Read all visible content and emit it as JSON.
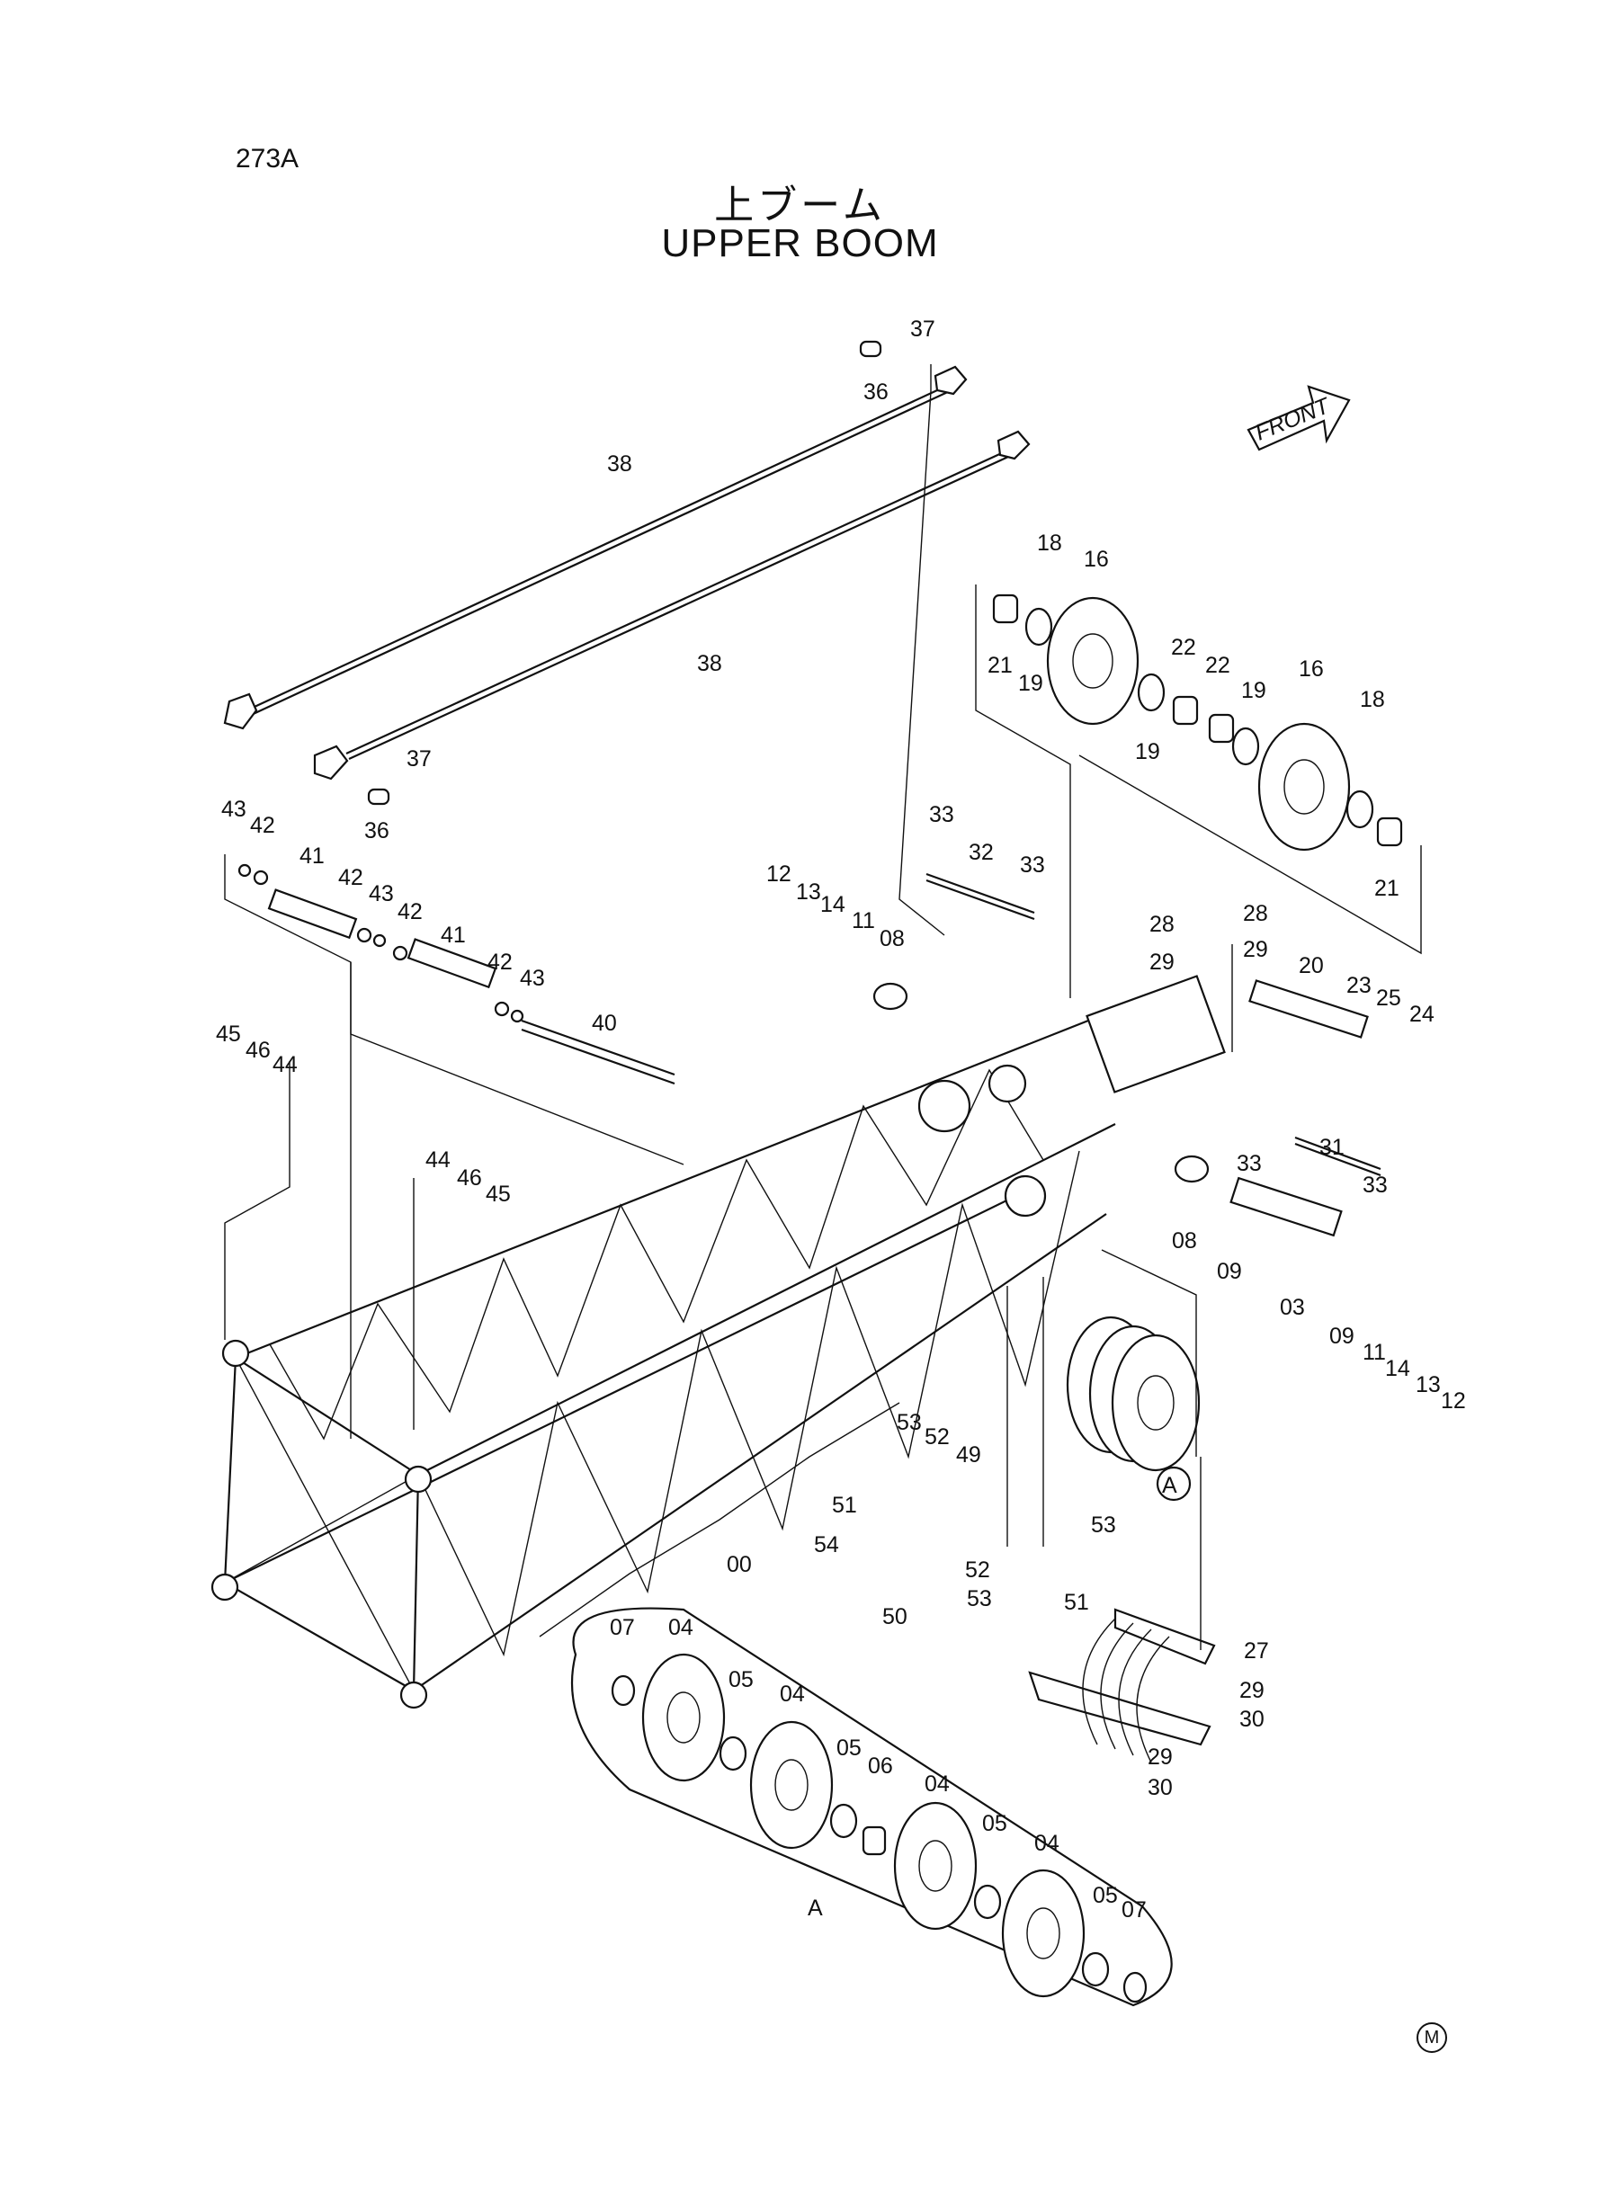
{
  "page_number": "273A",
  "title_jp": "上ブーム",
  "title_en": "UPPER BOOM",
  "front_arrow_label": "FRONT",
  "detail_marker": "A",
  "corner_mark": "M",
  "part_labels": [
    "37",
    "36",
    "38",
    "38",
    "37",
    "36",
    "18",
    "16",
    "21",
    "19",
    "22",
    "22",
    "19",
    "16",
    "18",
    "19",
    "21",
    "43",
    "42",
    "41",
    "42",
    "43",
    "42",
    "41",
    "42",
    "43",
    "40",
    "33",
    "32",
    "33",
    "12",
    "13",
    "14",
    "11",
    "08",
    "28",
    "29",
    "28",
    "29",
    "20",
    "23",
    "25",
    "24",
    "45",
    "46",
    "44",
    "44",
    "46",
    "45",
    "33",
    "31",
    "33",
    "08",
    "09",
    "03",
    "09",
    "11",
    "14",
    "13",
    "12",
    "53",
    "52",
    "49",
    "51",
    "54",
    "52",
    "53",
    "50",
    "53",
    "51",
    "27",
    "29",
    "30",
    "29",
    "30",
    "00",
    "07",
    "04",
    "05",
    "04",
    "05",
    "06",
    "04",
    "05",
    "04",
    "05",
    "07",
    "A",
    "A"
  ]
}
